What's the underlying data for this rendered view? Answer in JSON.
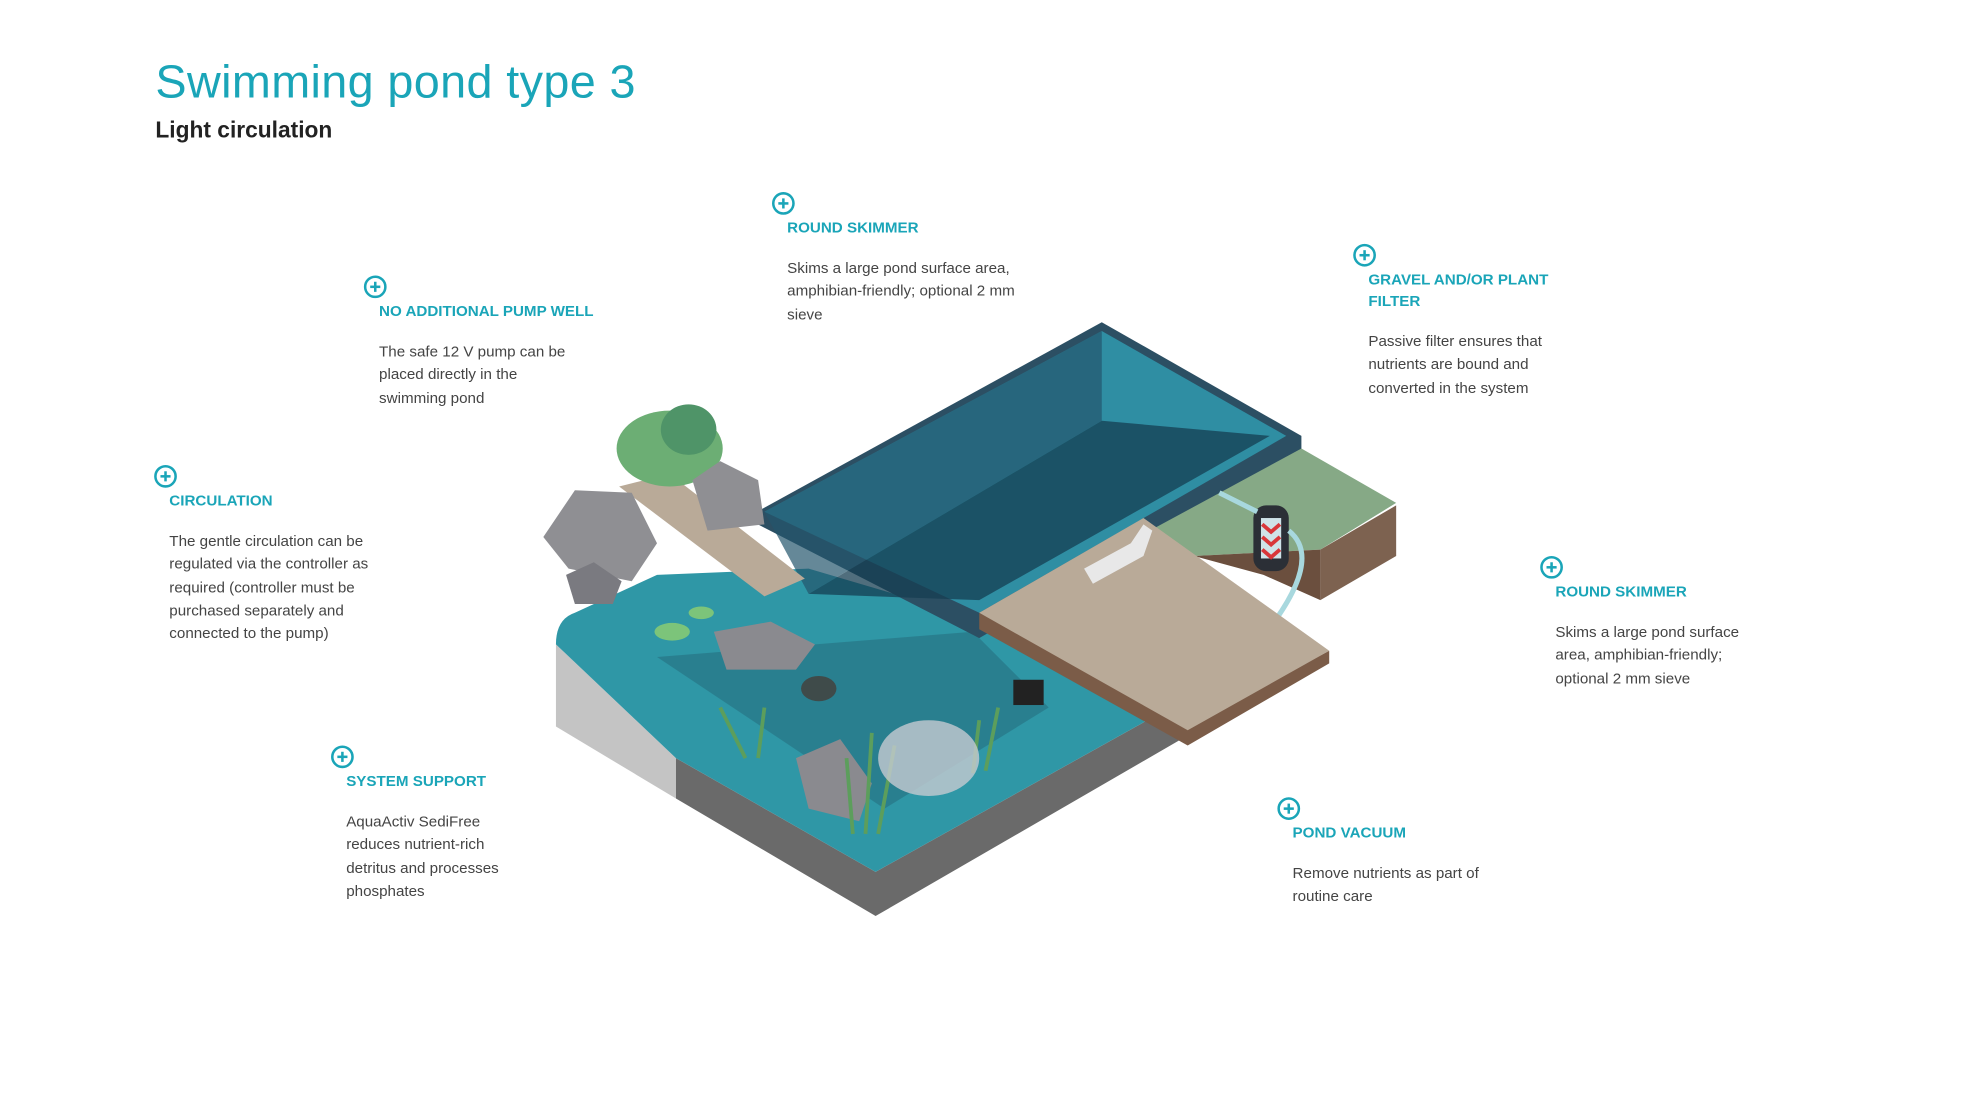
{
  "header": {
    "title": "Swimming pond type 3",
    "subtitle": "Light circulation"
  },
  "callouts": [
    {
      "heading": "Round skimmer",
      "body": "Skims a large pond surface area, amphibian-friendly; optional 2 mm sieve"
    },
    {
      "heading": "No additional pump well",
      "body": "The safe 12 V pump can be placed directly in the swimming pond"
    },
    {
      "heading": "Gravel and/or plant filter",
      "body": "Passive filter ensures that nutrients are bound and converted in the system"
    },
    {
      "heading": "Circulation",
      "body": "The gentle circulation can be regulated via the controller as required (controller must be purchased separately and connected to the pump)"
    },
    {
      "heading": "Round skimmer",
      "body": "Skims a large pond surface area, amphibian-friendly; optional 2 mm sieve"
    },
    {
      "heading": "System support",
      "body": "AquaActiv SediFree reduces nutrient-rich detritus and processes phosphates"
    },
    {
      "heading": "Pond vacuum",
      "body": "Remove nutrients as part of routine care"
    }
  ],
  "colors": {
    "accent": "#1aa5b8",
    "water": "#2b8fa0",
    "deep_water": "#1d4a5e",
    "deck": "#b9aa98",
    "grass": "#86a986",
    "soil": "#7d6250",
    "concrete": "#6c6c6c"
  }
}
